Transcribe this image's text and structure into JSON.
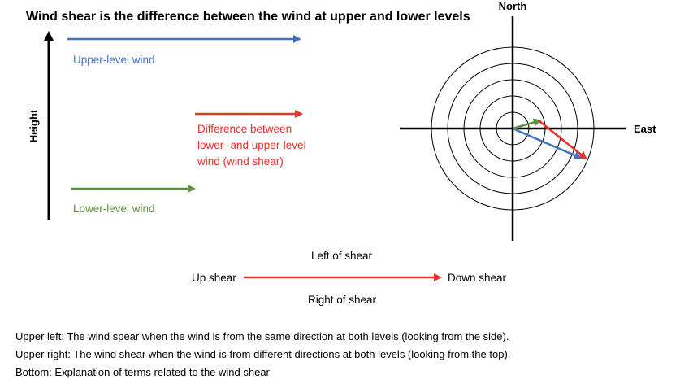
{
  "title": "Wind shear is the difference between the wind at upper and lower levels",
  "side_view": {
    "axis_label": "Height",
    "upper_label": "Upper-level wind",
    "difference_label": [
      "Difference between",
      "lower- and upper-level",
      "wind (wind shear)"
    ],
    "lower_label": "Lower-level wind"
  },
  "top_view": {
    "north_label": "North",
    "east_label": "East",
    "ring_count": 5
  },
  "terms": {
    "left_of_shear": "Left of shear",
    "up_shear": "Up shear",
    "down_shear": "Down shear",
    "right_of_shear": "Right of shear"
  },
  "caption": [
    "Upper left:  The wind spear when the wind is from the same direction at both levels (looking from the side).",
    "Upper right:  The wind shear when the wind is from different directions at both levels (looking from the top).",
    "Bottom:  Explanation of terms related to the wind shear"
  ],
  "colors": {
    "upper": "#4472c4",
    "shear": "#e8322a",
    "lower": "#5e9142",
    "axis": "#000000",
    "text": "#000000"
  }
}
